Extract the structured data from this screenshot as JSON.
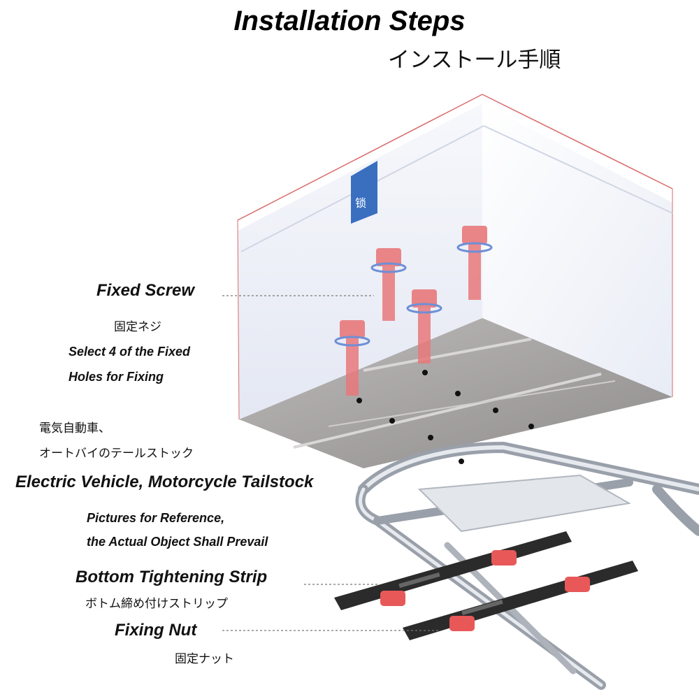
{
  "header": {
    "title": "Installation Steps",
    "subtitle": "インストール手順"
  },
  "box": {
    "lock_label": "锁"
  },
  "labels": {
    "fixed_screw": "Fixed Screw",
    "fixed_screw_jp": "固定ネジ",
    "select_line1": "Select 4 of the Fixed",
    "select_line2": "Holes for Fixing",
    "vehicle_jp_line1": "電気自動車、",
    "vehicle_jp_line2": "オートバイのテールストック",
    "vehicle_en": "Electric Vehicle, Motorcycle Tailstock",
    "reference_line1": "Pictures for Reference,",
    "reference_line2": "the Actual Object Shall Prevail",
    "strip_en": "Bottom Tightening Strip",
    "strip_jp": "ボトム締め付けストリップ",
    "nut_en": "Fixing Nut",
    "nut_jp": "固定ナット"
  },
  "colors": {
    "box_face": "#eef1f8",
    "box_edge": "#d96b6b",
    "lock_tab": "#3a6fc0",
    "plate": "#a9a6a6",
    "screw": "#e8787a",
    "washer": "#6f8fd6",
    "strip": "#2b2b2b",
    "nut": "#e85858",
    "rack": "#b7bcc4"
  }
}
